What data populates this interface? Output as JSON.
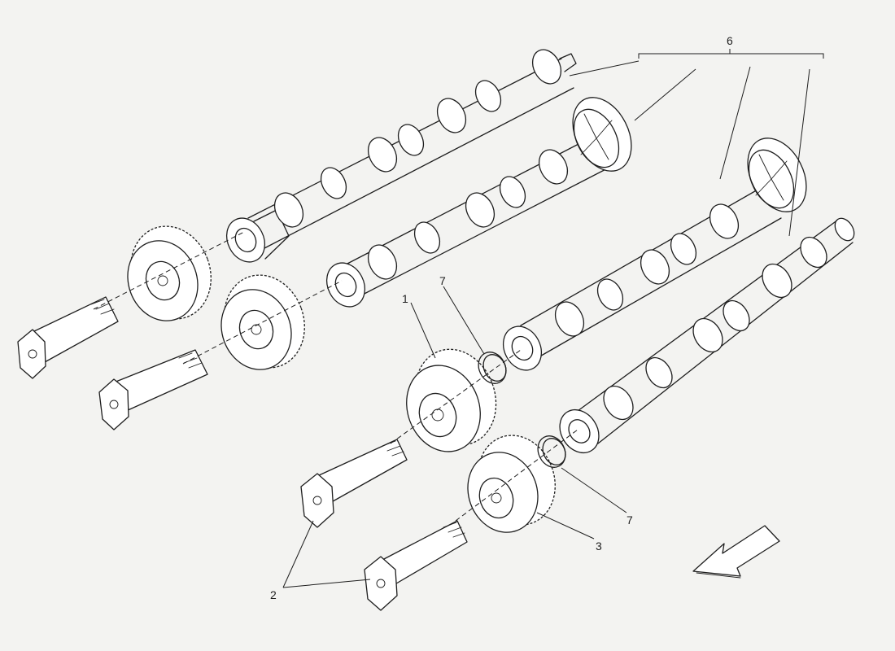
{
  "diagram": {
    "background": "#f3f3f1",
    "stroke_color": "#1e1e1e",
    "callouts": [
      {
        "id": "1",
        "label": "1"
      },
      {
        "id": "2",
        "label": "2"
      },
      {
        "id": "3",
        "label": "3"
      },
      {
        "id": "6",
        "label": "6"
      },
      {
        "id": "7a",
        "label": "7"
      },
      {
        "id": "7b",
        "label": "7"
      }
    ],
    "icons": {
      "direction_arrow": "arrow-down-left-icon"
    }
  }
}
